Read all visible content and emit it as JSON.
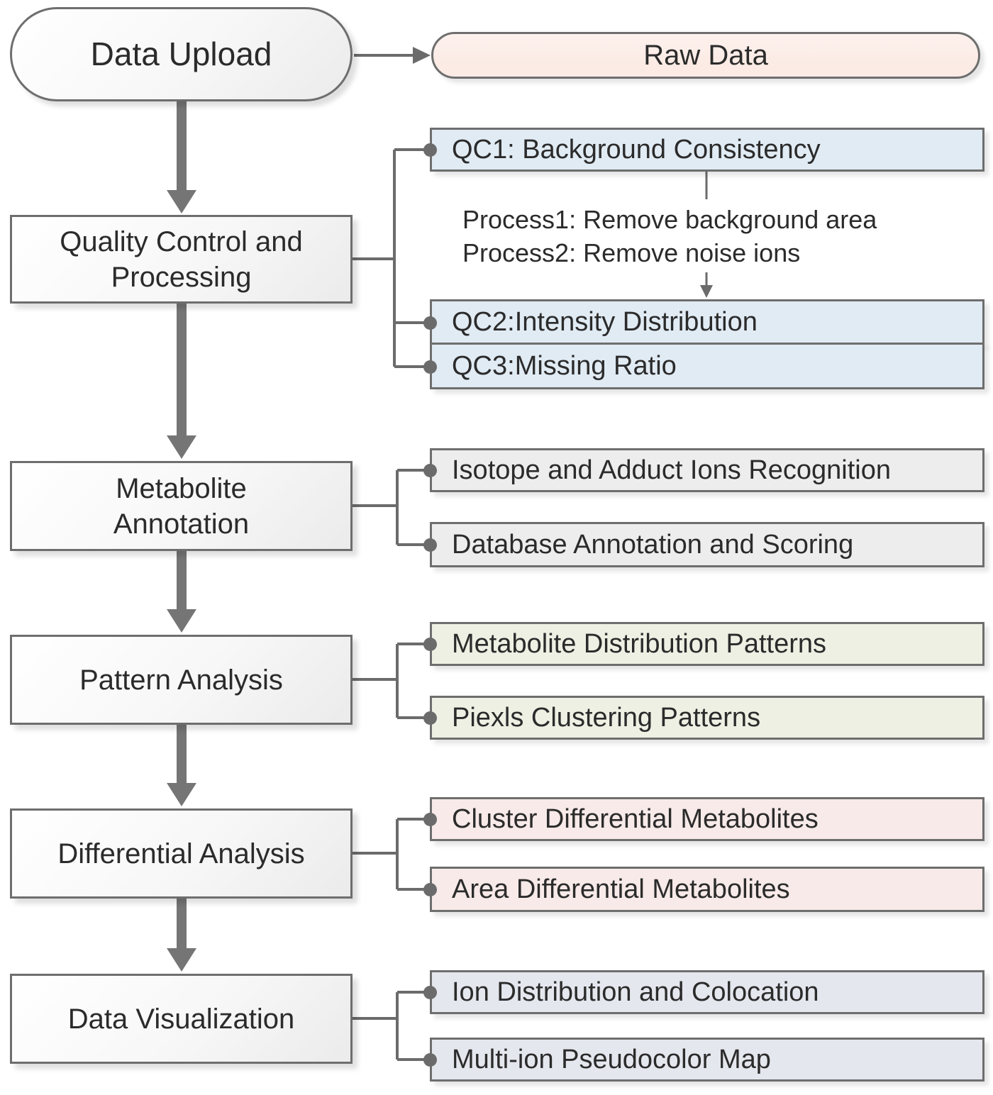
{
  "stages": {
    "data_upload": "Data Upload",
    "quality_control": "Quality Control and\nProcessing",
    "metabolite_annotation": "Metabolite\nAnnotation",
    "pattern_analysis": "Pattern Analysis",
    "differential_analysis": "Differential Analysis",
    "data_visualization": "Data Visualization"
  },
  "raw_data": {
    "label": "Raw Data"
  },
  "quality_control": {
    "qc1": "QC1: Background Consistency",
    "process_note_1": "Process1: Remove background area",
    "process_note_2": "Process2: Remove noise ions",
    "qc2": "QC2:Intensity Distribution",
    "qc3": "QC3:Missing Ratio"
  },
  "metabolite_annotation": {
    "item_1": "Isotope and Adduct Ions Recognition",
    "item_2": "Database Annotation and Scoring"
  },
  "pattern_analysis": {
    "item_1": "Metabolite Distribution Patterns",
    "item_2": "Piexls Clustering Patterns"
  },
  "differential_analysis": {
    "item_1": "Cluster Differential Metabolites",
    "item_2": "Area Differential Metabolites"
  },
  "data_visualization": {
    "item_1": "Ion Distribution and Colocation",
    "item_2": "Multi-ion Pseudocolor Map"
  },
  "colors": {
    "stage_border": "#6e6e6e",
    "connector": "#6b6b6b",
    "arrow": "#757575",
    "text": "#2b2b2b",
    "raw_data_fill": "#fcebe5",
    "qc_fill": "#e1ebf4",
    "annotation_fill": "#ededed",
    "pattern_fill": "#eef0e4",
    "differential_fill": "#f7eae8",
    "visualization_fill": "#e5e7ee"
  }
}
